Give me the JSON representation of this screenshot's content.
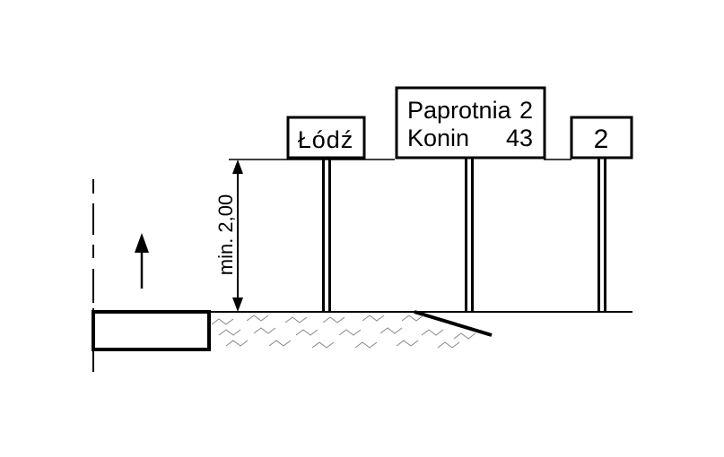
{
  "signs": {
    "left": {
      "text": "Łódź"
    },
    "middle": {
      "rows": [
        {
          "place": "Paprotnia",
          "distance": "2"
        },
        {
          "place": "Konin",
          "distance": "43"
        }
      ]
    },
    "right": {
      "text": "2"
    }
  },
  "dimension": {
    "label": "min. 2,00"
  },
  "colors": {
    "ink": "#000000",
    "background": "#ffffff",
    "hatch": "#888888"
  },
  "icons": {
    "direction": "arrow-up-icon"
  }
}
